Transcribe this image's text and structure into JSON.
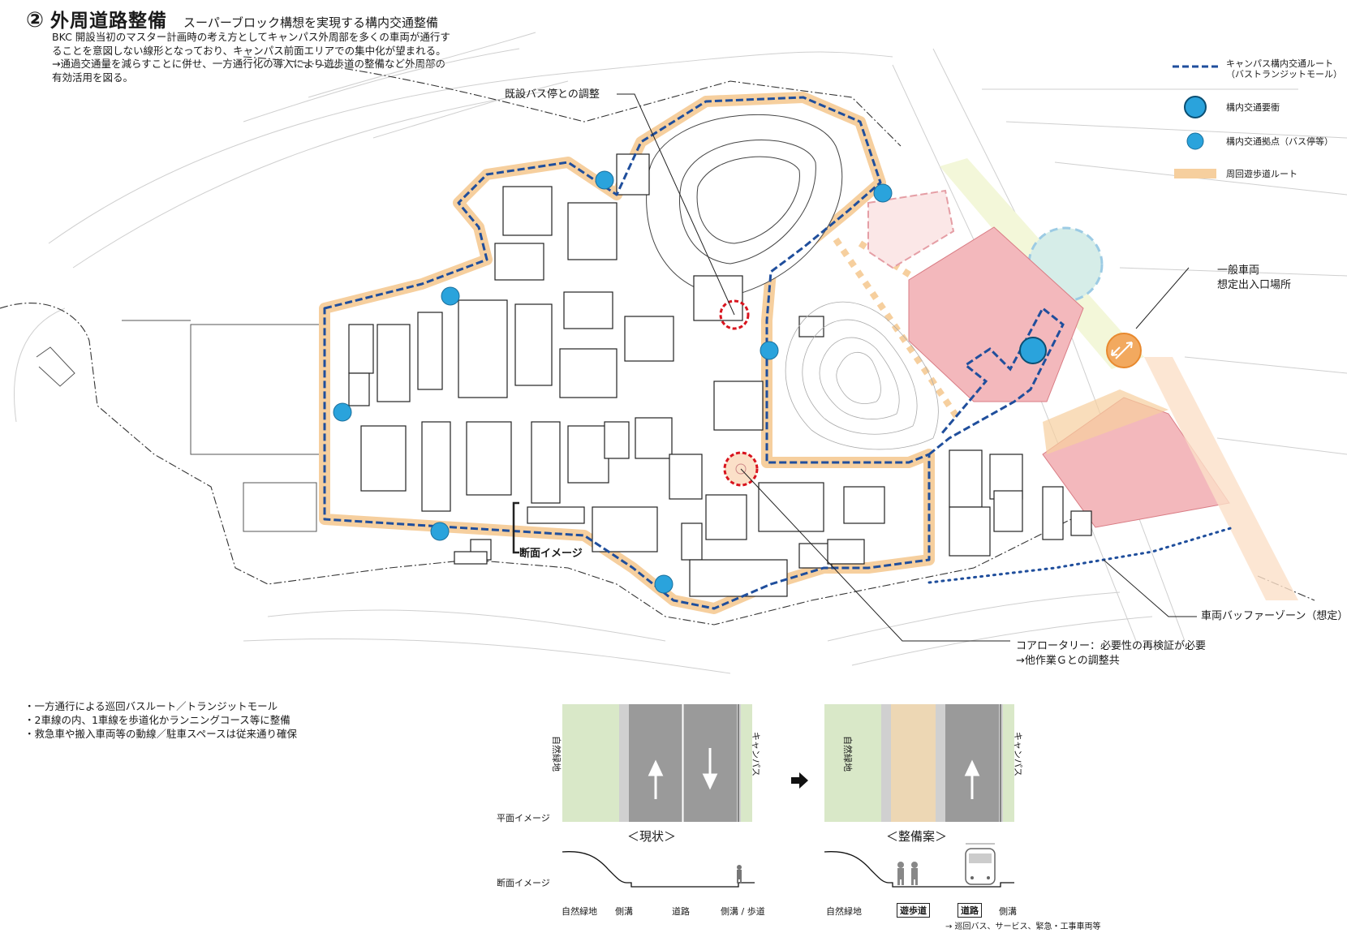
{
  "header": {
    "number": "②",
    "title": "外周道路整備",
    "subtitle": "スーパーブロック構想を実現する構内交通整備"
  },
  "intro": {
    "lines": [
      "BKC 開設当初のマスター計画時の考え方としてキャンパス外周部を多くの車両が通行す",
      "ることを意図しない線形となっており、キャンパス前面エリアでの集中化が望まれる。",
      "→通過交通量を減らすことに併せ、一方通行化の導入により遊歩道の整備など外周部の",
      "有効活用を図る。"
    ]
  },
  "legend": {
    "route_line1": "キャンパス構内交通ルート",
    "route_line2": "（バストランジットモール）",
    "hub": "構内交通要衝",
    "stop": "構内交通拠点（バス停等）",
    "walk": "周回遊歩道ルート",
    "colors": {
      "route": "#1f4e9c",
      "node": "#2aa3dc",
      "walk": "#f6cf9e",
      "pink": "#f3b8bc",
      "green": "#d9e8c8"
    }
  },
  "callouts": {
    "bus_stop": "既設バス停との調整",
    "entry_line1": "一般車両",
    "entry_line2": "想定出入口場所",
    "buffer": "車両バッファーゾーン（想定）",
    "rotary_line1": "コアロータリー：必要性の再検証が必要",
    "rotary_line2": "→他作業Ｇとの調整共",
    "section": "断面イメージ"
  },
  "bullets": [
    "・一方通行による巡回バスルート／トランジットモール",
    "・2車線の内、1車線を歩道化かランニングコース等に整備",
    "・救急車や搬入車両等の動線／駐車スペースは従来通り確保"
  ],
  "section_panel": {
    "plan_label": "平面イメージ",
    "section_label": "断面イメージ",
    "current_title": "＜現状＞",
    "proposal_title": "＜整備案＞",
    "nature": "自然緑地",
    "campus": "キャンパス",
    "current_labels": {
      "nature": "自然緑地",
      "gutter": "側溝",
      "road": "道路",
      "side": "側溝 / 歩道"
    },
    "proposal_labels": {
      "nature": "自然緑地",
      "walkway": "遊歩道",
      "road": "道路",
      "gutter": "側溝"
    },
    "proposal_note": "→ 巡回バス、サービス、緊急・工事車両等"
  }
}
